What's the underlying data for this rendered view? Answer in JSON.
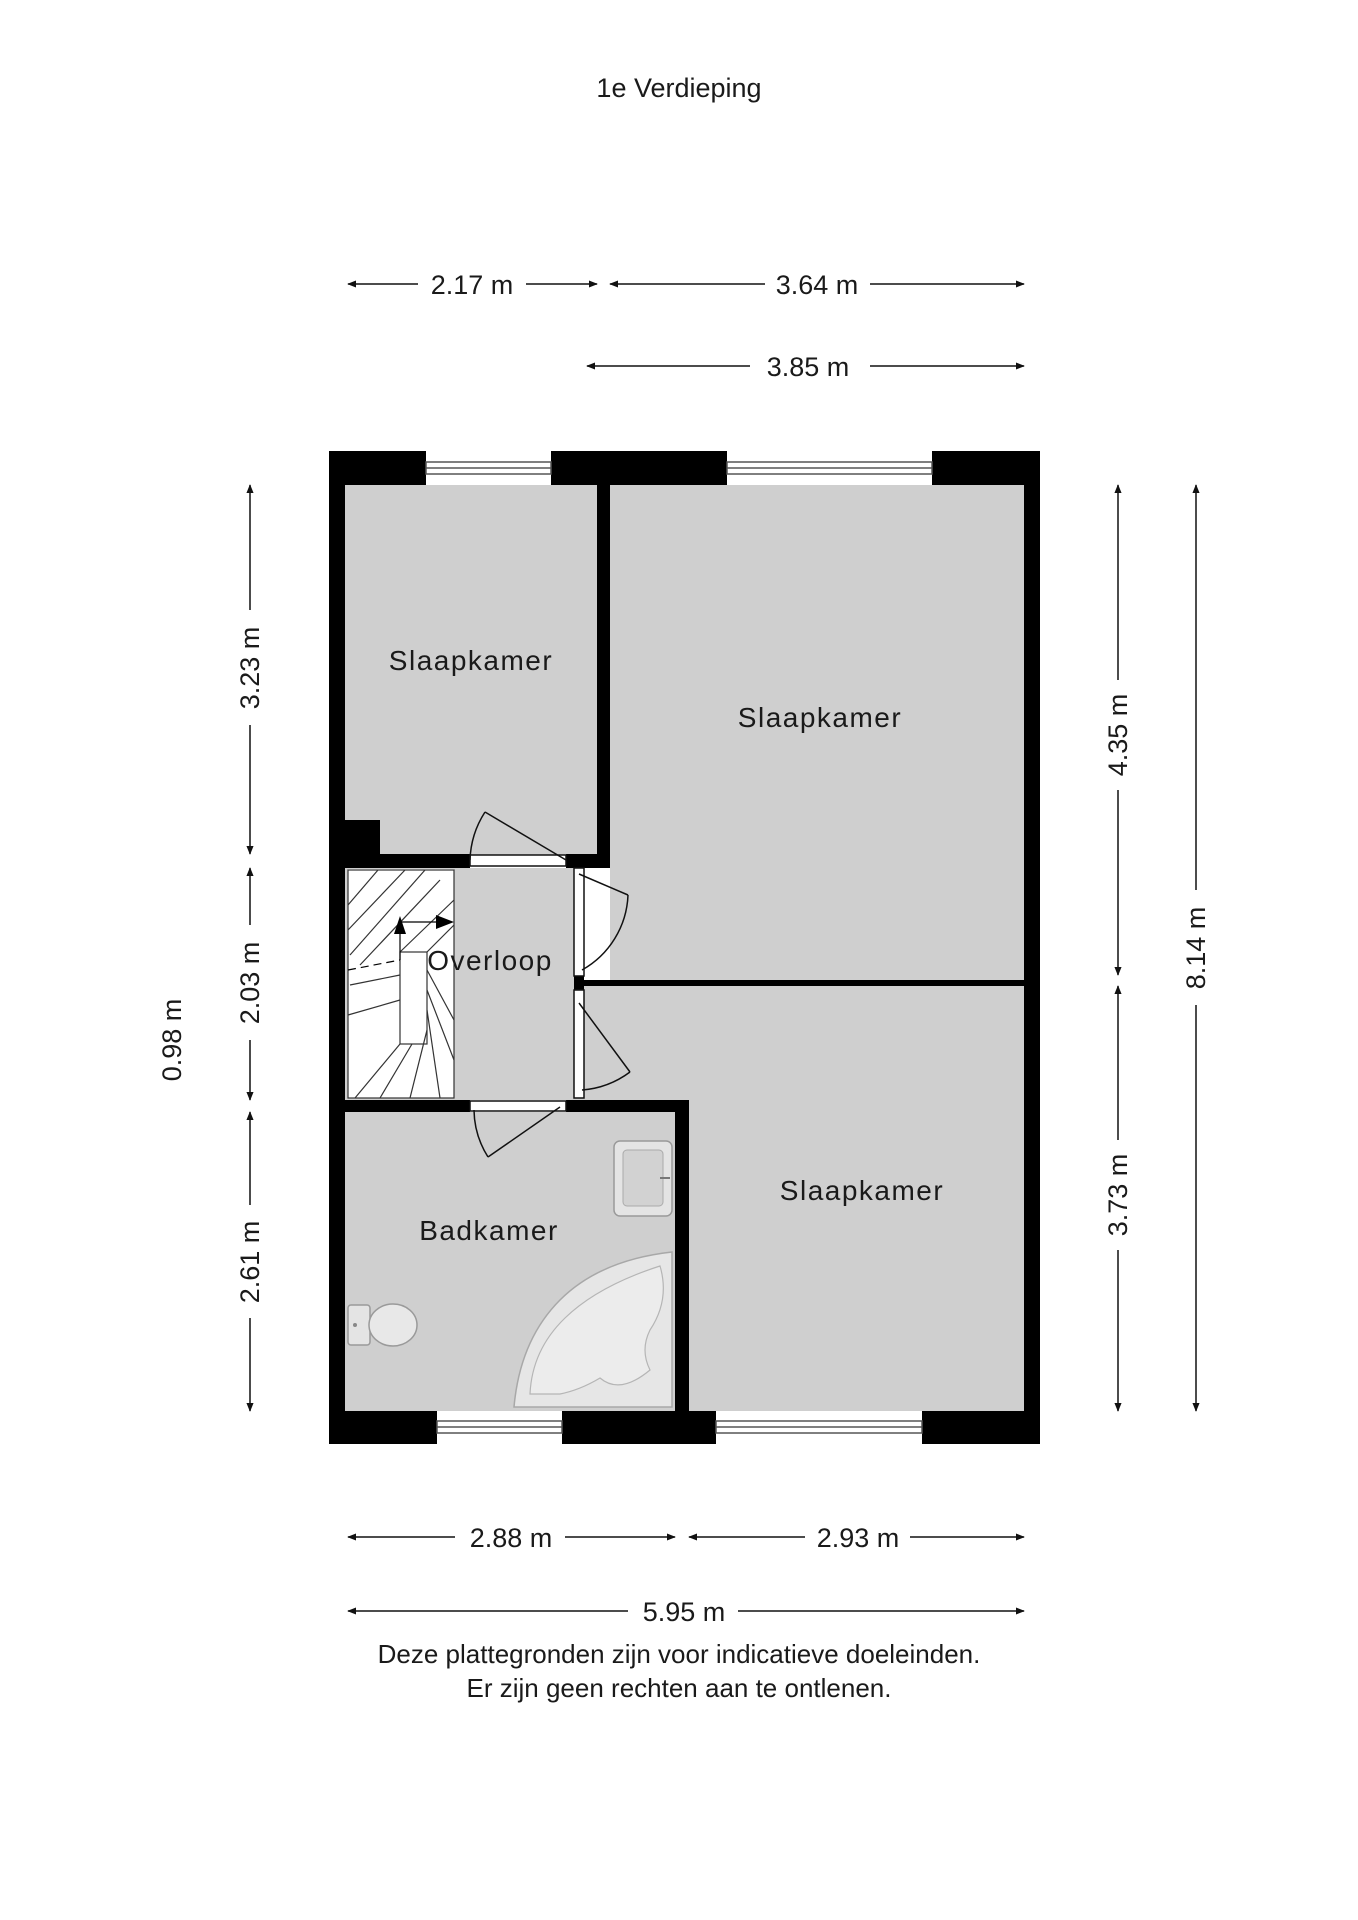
{
  "title": "1e Verdieping",
  "rooms": [
    {
      "id": "slaapkamer-1",
      "label": "Slaapkamer"
    },
    {
      "id": "slaapkamer-2",
      "label": "Slaapkamer"
    },
    {
      "id": "slaapkamer-3",
      "label": "Slaapkamer"
    },
    {
      "id": "overloop",
      "label": "Overloop"
    },
    {
      "id": "badkamer",
      "label": "Badkamer"
    }
  ],
  "dimensions": {
    "top_left_width": "2.17 m",
    "top_right_width": "3.64 m",
    "top_overall_right": "3.85 m",
    "left_upper_height": "3.23 m",
    "left_middle_height": "2.03 m",
    "left_lower_height": "2.61 m",
    "left_step": "0.98 m",
    "right_upper_height": "4.35 m",
    "right_lower_height": "3.73 m",
    "right_total_height": "8.14 m",
    "bottom_left_width": "2.88 m",
    "bottom_right_width": "2.93 m",
    "bottom_total_width": "5.95 m"
  },
  "disclaimer": {
    "line1": "Deze plattegronden zijn voor indicatieve doeleinden.",
    "line2": "Er zijn geen rechten aan te ontlenen."
  },
  "colors": {
    "wall": "#000000",
    "floor": "#cfcfcf",
    "text": "#1a1a1a"
  }
}
